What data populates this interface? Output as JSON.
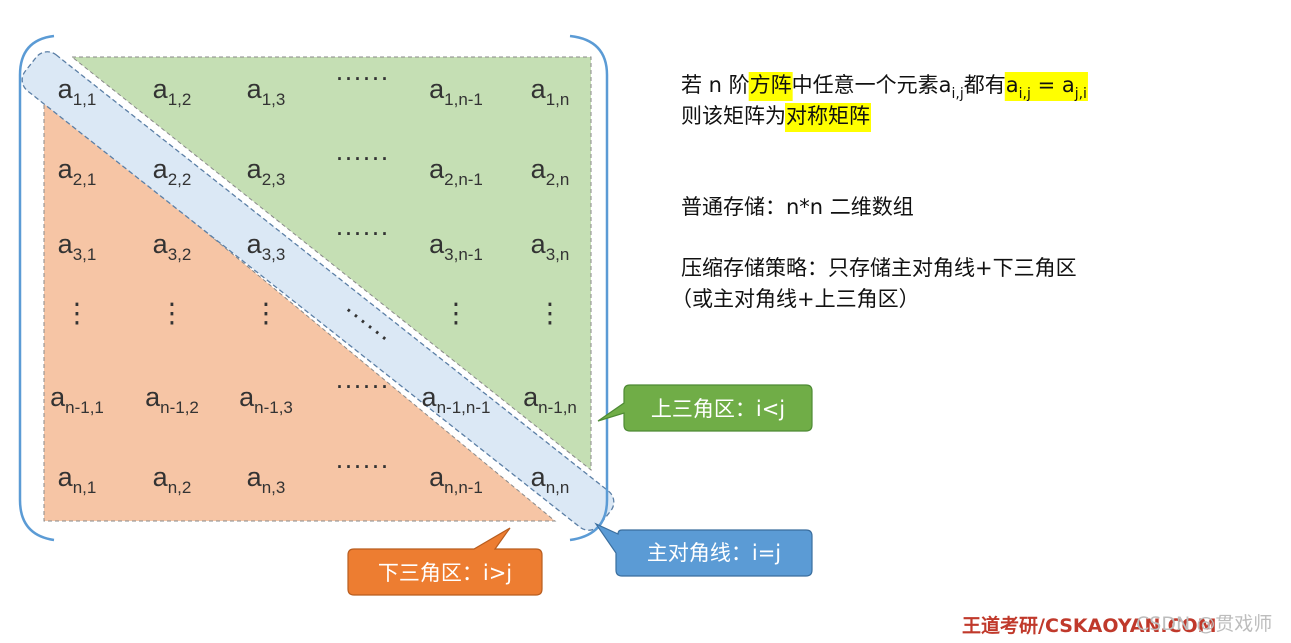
{
  "matrix": {
    "rows": [
      [
        "a|1,1",
        "a|1,2",
        "a|1,3",
        "······",
        "a|1,n-1",
        "a|1,n"
      ],
      [
        "a|2,1",
        "a|2,2",
        "a|2,3",
        "······",
        "a|2,n-1",
        "a|2,n"
      ],
      [
        "a|3,1",
        "a|3,2",
        "a|3,3",
        "······",
        "a|3,n-1",
        "a|3,n"
      ],
      [
        "⋮",
        "⋮",
        "⋮",
        "······",
        "⋮",
        "⋮"
      ],
      [
        "a|n-1,1",
        "a|n-1,2",
        "a|n-1,3",
        "······",
        "a|n-1,n-1",
        "a|n-1,n"
      ],
      [
        "a|n,1",
        "a|n,2",
        "a|n,3",
        "······",
        "a|n,n-1",
        "a|n,n"
      ]
    ],
    "colors": {
      "upper_fill": "#c5dfb4",
      "lower_fill": "#f6c5a5",
      "diag_fill": "#dbe8f5",
      "diag_stroke": "#5b7fa6",
      "bracket": "#5b9bd5",
      "cell_text": "#333333"
    }
  },
  "callouts": {
    "upper": {
      "text": "上三角区：i<j",
      "fill": "#70ad47",
      "stroke": "#4e8a34"
    },
    "diag": {
      "text": "主对角线：i=j",
      "fill": "#5b9bd5",
      "stroke": "#3a6e9e"
    },
    "lower": {
      "text": "下三角区：i>j",
      "fill": "#ed7d31",
      "stroke": "#b85d1f"
    }
  },
  "definition": {
    "line1_parts": [
      {
        "t": "若 n 阶",
        "hl": false
      },
      {
        "t": "方阵",
        "hl": true
      },
      {
        "t": "中任意一个元素 ",
        "hl": false
      },
      {
        "t": "a|i,j",
        "hl": false
      },
      {
        "t": " 都有 ",
        "hl": false
      },
      {
        "t": "a|i,j| = |a|j,i",
        "hl": true
      }
    ],
    "line2_parts": [
      {
        "t": "则该矩阵为",
        "hl": false
      },
      {
        "t": "对称矩阵",
        "hl": true
      }
    ],
    "highlight_color": "#ffff00"
  },
  "storage": {
    "ordinary": "普通存储：n*n 二维数组",
    "strategy_line1": "压缩存储策略：只存储主对角线+下三角区",
    "strategy_line2": "（或主对角线+上三角区）"
  },
  "watermark": {
    "text": "王道考研/CSKAOYAN.COM",
    "overlay": "CSDN @贯戏师"
  }
}
